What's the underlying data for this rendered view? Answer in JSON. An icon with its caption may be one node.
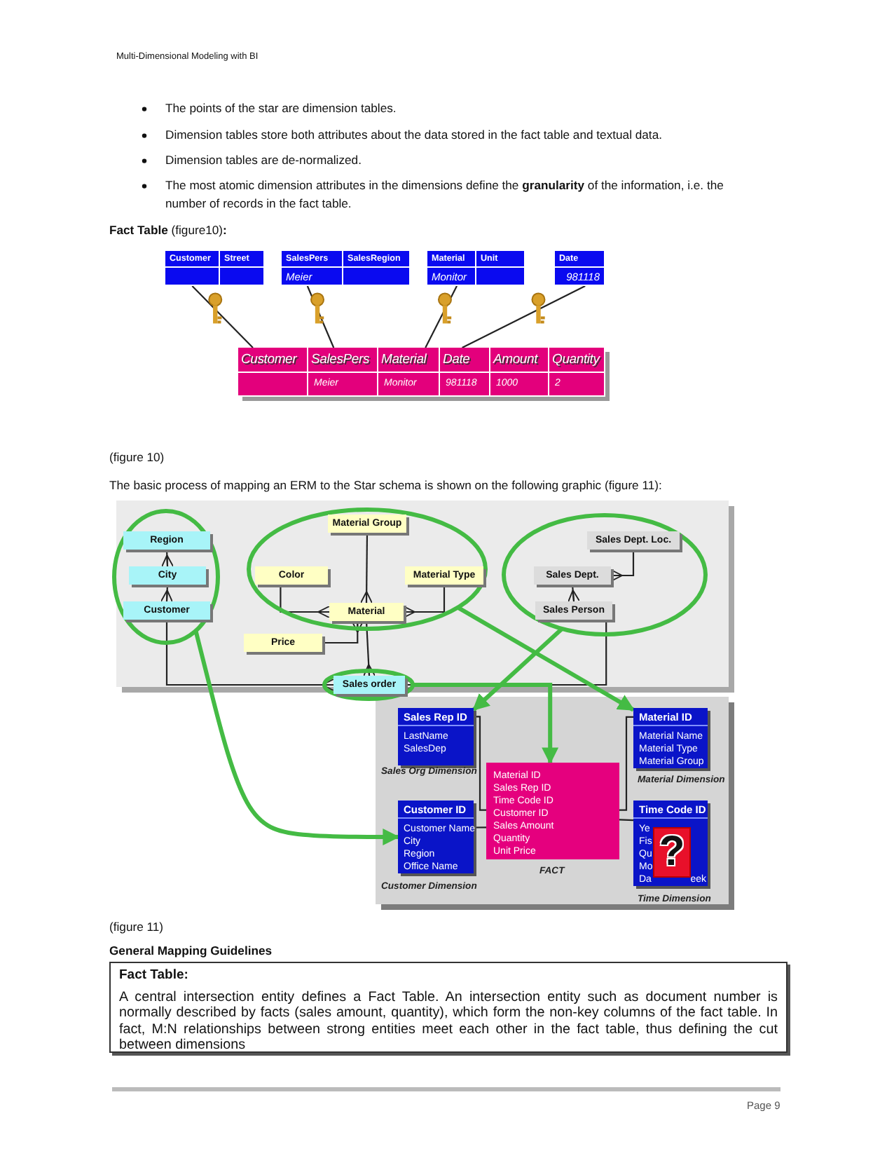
{
  "diagram": {
    "nodes": [
      {
        "text": [
          "Customer",
          "Street"
        ]
      },
      {
        "text": [
          "SalesPers",
          "SalesRegion",
          "Meier"
        ]
      },
      {
        "text": [
          "Material",
          "Unit",
          "Monitor"
        ]
      },
      {
        "text": [
          "Date",
          "981118"
        ]
      },
      {
        "text": [
          "Customer",
          "SalesPers",
          "Material",
          "Date",
          "Amount",
          "Quantity",
          "Meier",
          "Monitor",
          "981118",
          "1000",
          "2"
        ]
      },
      {
        "text": [],
        "shape": "ellipse"
      },
      {
        "text": [
          "Region"
        ],
        "in": 5
      },
      {
        "text": [
          "City"
        ],
        "in": 5
      },
      {
        "text": [
          "Customer"
        ],
        "in": 5
      },
      {
        "text": [],
        "shape": "ellipse"
      },
      {
        "text": [
          "Material Group"
        ],
        "in": 9
      },
      {
        "text": [
          "Color"
        ],
        "in": 9
      },
      {
        "text": [
          "Material Type"
        ],
        "in": 9
      },
      {
        "text": [
          "Material"
        ],
        "in": 9
      },
      {
        "text": [
          "Price"
        ]
      },
      {
        "text": [],
        "shape": "ellipse"
      },
      {
        "text": [
          "Sales Dept. Loc."
        ],
        "in": 15
      },
      {
        "text": [
          "Sales Dept."
        ],
        "in": 15
      },
      {
        "text": [
          "Sales Person"
        ],
        "in": 15
      },
      {
        "text": [],
        "shape": "ellipse"
      },
      {
        "text": [
          "Sales order"
        ],
        "in": 19
      },
      {
        "text": [
          "Sales Rep ID",
          "LastName",
          "SalesDep"
        ],
        "beside": [
          "Sales Org Dimension"
        ]
      },
      {
        "text": [
          "Material ID",
          "Material Name",
          "Material Type",
          "Material Group"
        ],
        "beside": [
          "Material Dimension"
        ]
      },
      {
        "text": [
          "Material ID",
          "Sales Rep ID",
          "Time Code ID",
          "Customer ID",
          "Sales Amount",
          "Quantity",
          "Unit Price"
        ],
        "beside": [
          "FACT"
        ]
      },
      {
        "text": [
          "Customer ID",
          "Customer Name",
          "City",
          "Region",
          "Office Name"
        ],
        "beside": [
          "Customer Dimension"
        ]
      },
      {
        "text": [
          "Time Code ID",
          "Ye",
          "Fis",
          "Qu",
          "Mo",
          "Da",
          "eek"
        ],
        "beside": [
          "Time Dimension"
        ]
      },
      {
        "text": [
          "?"
        ],
        "in": 25
      },
      {
        "text": [
          "Fact Table:",
          "A central intersection entity defines a Fact Table. An intersection entity such as document number is normally described by facts (sales amount, quantity), which form the non-key columns of the fact table. In fact, M:N relationships between strong entities meet each other in the fact table, thus defining the cut between dimensions"
        ]
      }
    ],
    "edges": [
      {
        "from": 0,
        "to": 4,
        "arrow": "none"
      },
      {
        "from": 1,
        "to": 4,
        "arrow": "none"
      },
      {
        "from": 2,
        "to": 4,
        "arrow": "none"
      },
      {
        "from": 3,
        "to": 4,
        "arrow": "none"
      },
      {
        "from": 6,
        "to": 7,
        "arrow": "other"
      },
      {
        "from": 7,
        "to": 8,
        "arrow": "other"
      },
      {
        "from": 10,
        "to": 13,
        "arrow": "other"
      },
      {
        "from": 11,
        "to": 13,
        "arrow": "other"
      },
      {
        "from": 12,
        "to": 13,
        "arrow": "other"
      },
      {
        "from": 14,
        "to": 13,
        "arrow": "other"
      },
      {
        "from": 13,
        "to": 20,
        "arrow": "other"
      },
      {
        "from": 8,
        "to": 20,
        "arrow": "other"
      },
      {
        "from": 18,
        "to": 20,
        "arrow": "other"
      },
      {
        "from": 16,
        "to": 17,
        "arrow": "other"
      },
      {
        "from": 17,
        "to": 18,
        "arrow": "other"
      },
      {
        "from": 21,
        "to": 23,
        "arrow": "none"
      },
      {
        "from": 22,
        "to": 23,
        "arrow": "none"
      },
      {
        "from": 24,
        "to": 23,
        "arrow": "none"
      },
      {
        "from": 25,
        "to": 23,
        "arrow": "none"
      },
      {
        "from": 5,
        "to": 24,
        "arrow": "to",
        "style": "thick",
        "color": "#44bb44"
      },
      {
        "from": 9,
        "to": 22,
        "arrow": "to",
        "style": "thick",
        "color": "#44bb44"
      },
      {
        "from": 15,
        "to": 21,
        "arrow": "to",
        "style": "thick",
        "color": "#44bb44"
      },
      {
        "from": 19,
        "to": 23,
        "arrow": "to",
        "style": "thick",
        "color": "#44bb44"
      }
    ],
    "labels": [
      "Multi-Dimensional Modeling with BI",
      "The points of the star are dimension tables.",
      "Dimension tables store both attributes about the data stored in the fact table and textual data.",
      "Dimension tables are de-normalized.",
      "The most atomic dimension attributes in the dimensions define the **granularity** of the information, i.e. the number of records in the fact table.",
      "**Fact Table** (figure10)**:**",
      "(figure 10)",
      "The basic process of mapping an ERM to the Star schema is shown on the following graphic (figure 11):",
      "(figure 11)",
      "General Mapping Guidelines",
      "Page 9"
    ]
  }
}
